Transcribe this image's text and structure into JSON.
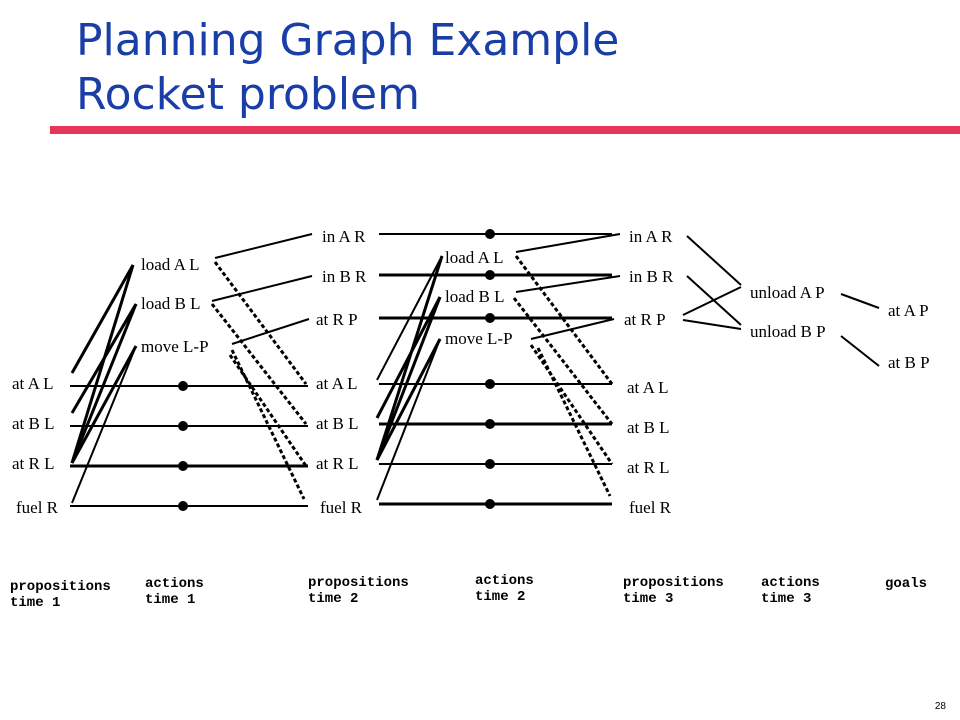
{
  "slide": {
    "title_line1": "Planning Graph Example",
    "title_line2": "Rocket problem",
    "number": "28"
  },
  "graph": {
    "columns": {
      "props_t1": [
        "at A L",
        "at B L",
        "at R L",
        "fuel R"
      ],
      "actions_t1": [
        "load A L",
        "load B L",
        "move L-P"
      ],
      "props_t2": [
        "in A R",
        "in B R",
        "at R P",
        "at A L",
        "at B L",
        "at R L",
        "fuel R"
      ],
      "actions_t2": [
        "load A L",
        "load B L",
        "move L-P"
      ],
      "props_t3": [
        "in A R",
        "in B R",
        "at R P",
        "at A L",
        "at B L",
        "at R L",
        "fuel R"
      ],
      "actions_t3": [
        "unload A P",
        "unload B P"
      ],
      "goals": [
        "at A P",
        "at B P"
      ]
    },
    "column_labels": [
      [
        "propositions",
        "time 1"
      ],
      [
        "actions",
        "time 1"
      ],
      [
        "propositions",
        "time 2"
      ],
      [
        "actions",
        "time 2"
      ],
      [
        "propositions",
        "time 3"
      ],
      [
        "actions",
        "time 3"
      ],
      [
        "goals"
      ]
    ]
  }
}
